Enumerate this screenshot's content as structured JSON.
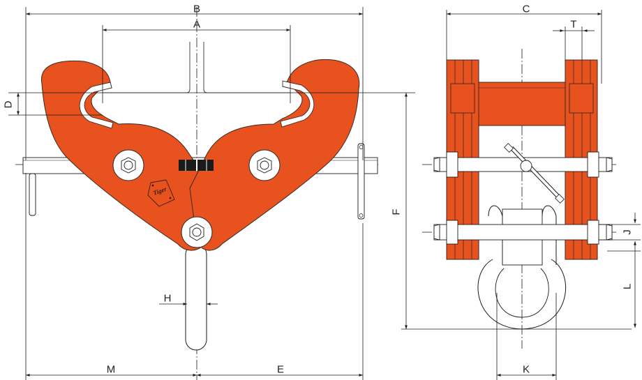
{
  "brand": {
    "logo_text": "Tiger"
  },
  "colors": {
    "accent": "#E8521F",
    "outline": "#3a2a22",
    "line": "#1a1a1a"
  },
  "dimensions": {
    "A": "A",
    "B": "B",
    "C": "C",
    "D": "D",
    "E": "E",
    "F": "F",
    "H": "H",
    "J": "J",
    "K": "K",
    "L": "L",
    "M": "M",
    "T": "T"
  }
}
